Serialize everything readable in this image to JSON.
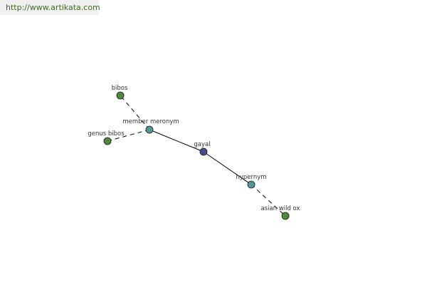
{
  "header": {
    "url_text": "http://www.artikata.com"
  },
  "graph": {
    "colors": {
      "center_node": "#4b4a8f",
      "relation_node": "#4f9a96",
      "term_node": "#4e8a3a",
      "edge": "#000000",
      "url_text": "#3d6b1f"
    },
    "nodes": [
      {
        "id": "gayal",
        "label": "gayal",
        "kind": "center"
      },
      {
        "id": "member-meronym",
        "label": "member meronym",
        "kind": "relation"
      },
      {
        "id": "hypernym",
        "label": "hypernym",
        "kind": "relation"
      },
      {
        "id": "bibos",
        "label": "bibos",
        "kind": "term"
      },
      {
        "id": "genus-bibos",
        "label": "genus bibos",
        "kind": "term"
      },
      {
        "id": "asian-wild-ox",
        "label": "asian wild ox",
        "kind": "term"
      }
    ],
    "edges": [
      {
        "from": "gayal",
        "to": "member-meronym",
        "style": "solid"
      },
      {
        "from": "gayal",
        "to": "hypernym",
        "style": "solid"
      },
      {
        "from": "member-meronym",
        "to": "bibos",
        "style": "dashed"
      },
      {
        "from": "member-meronym",
        "to": "genus-bibos",
        "style": "dashed"
      },
      {
        "from": "hypernym",
        "to": "asian-wild-ox",
        "style": "dashed"
      }
    ]
  }
}
